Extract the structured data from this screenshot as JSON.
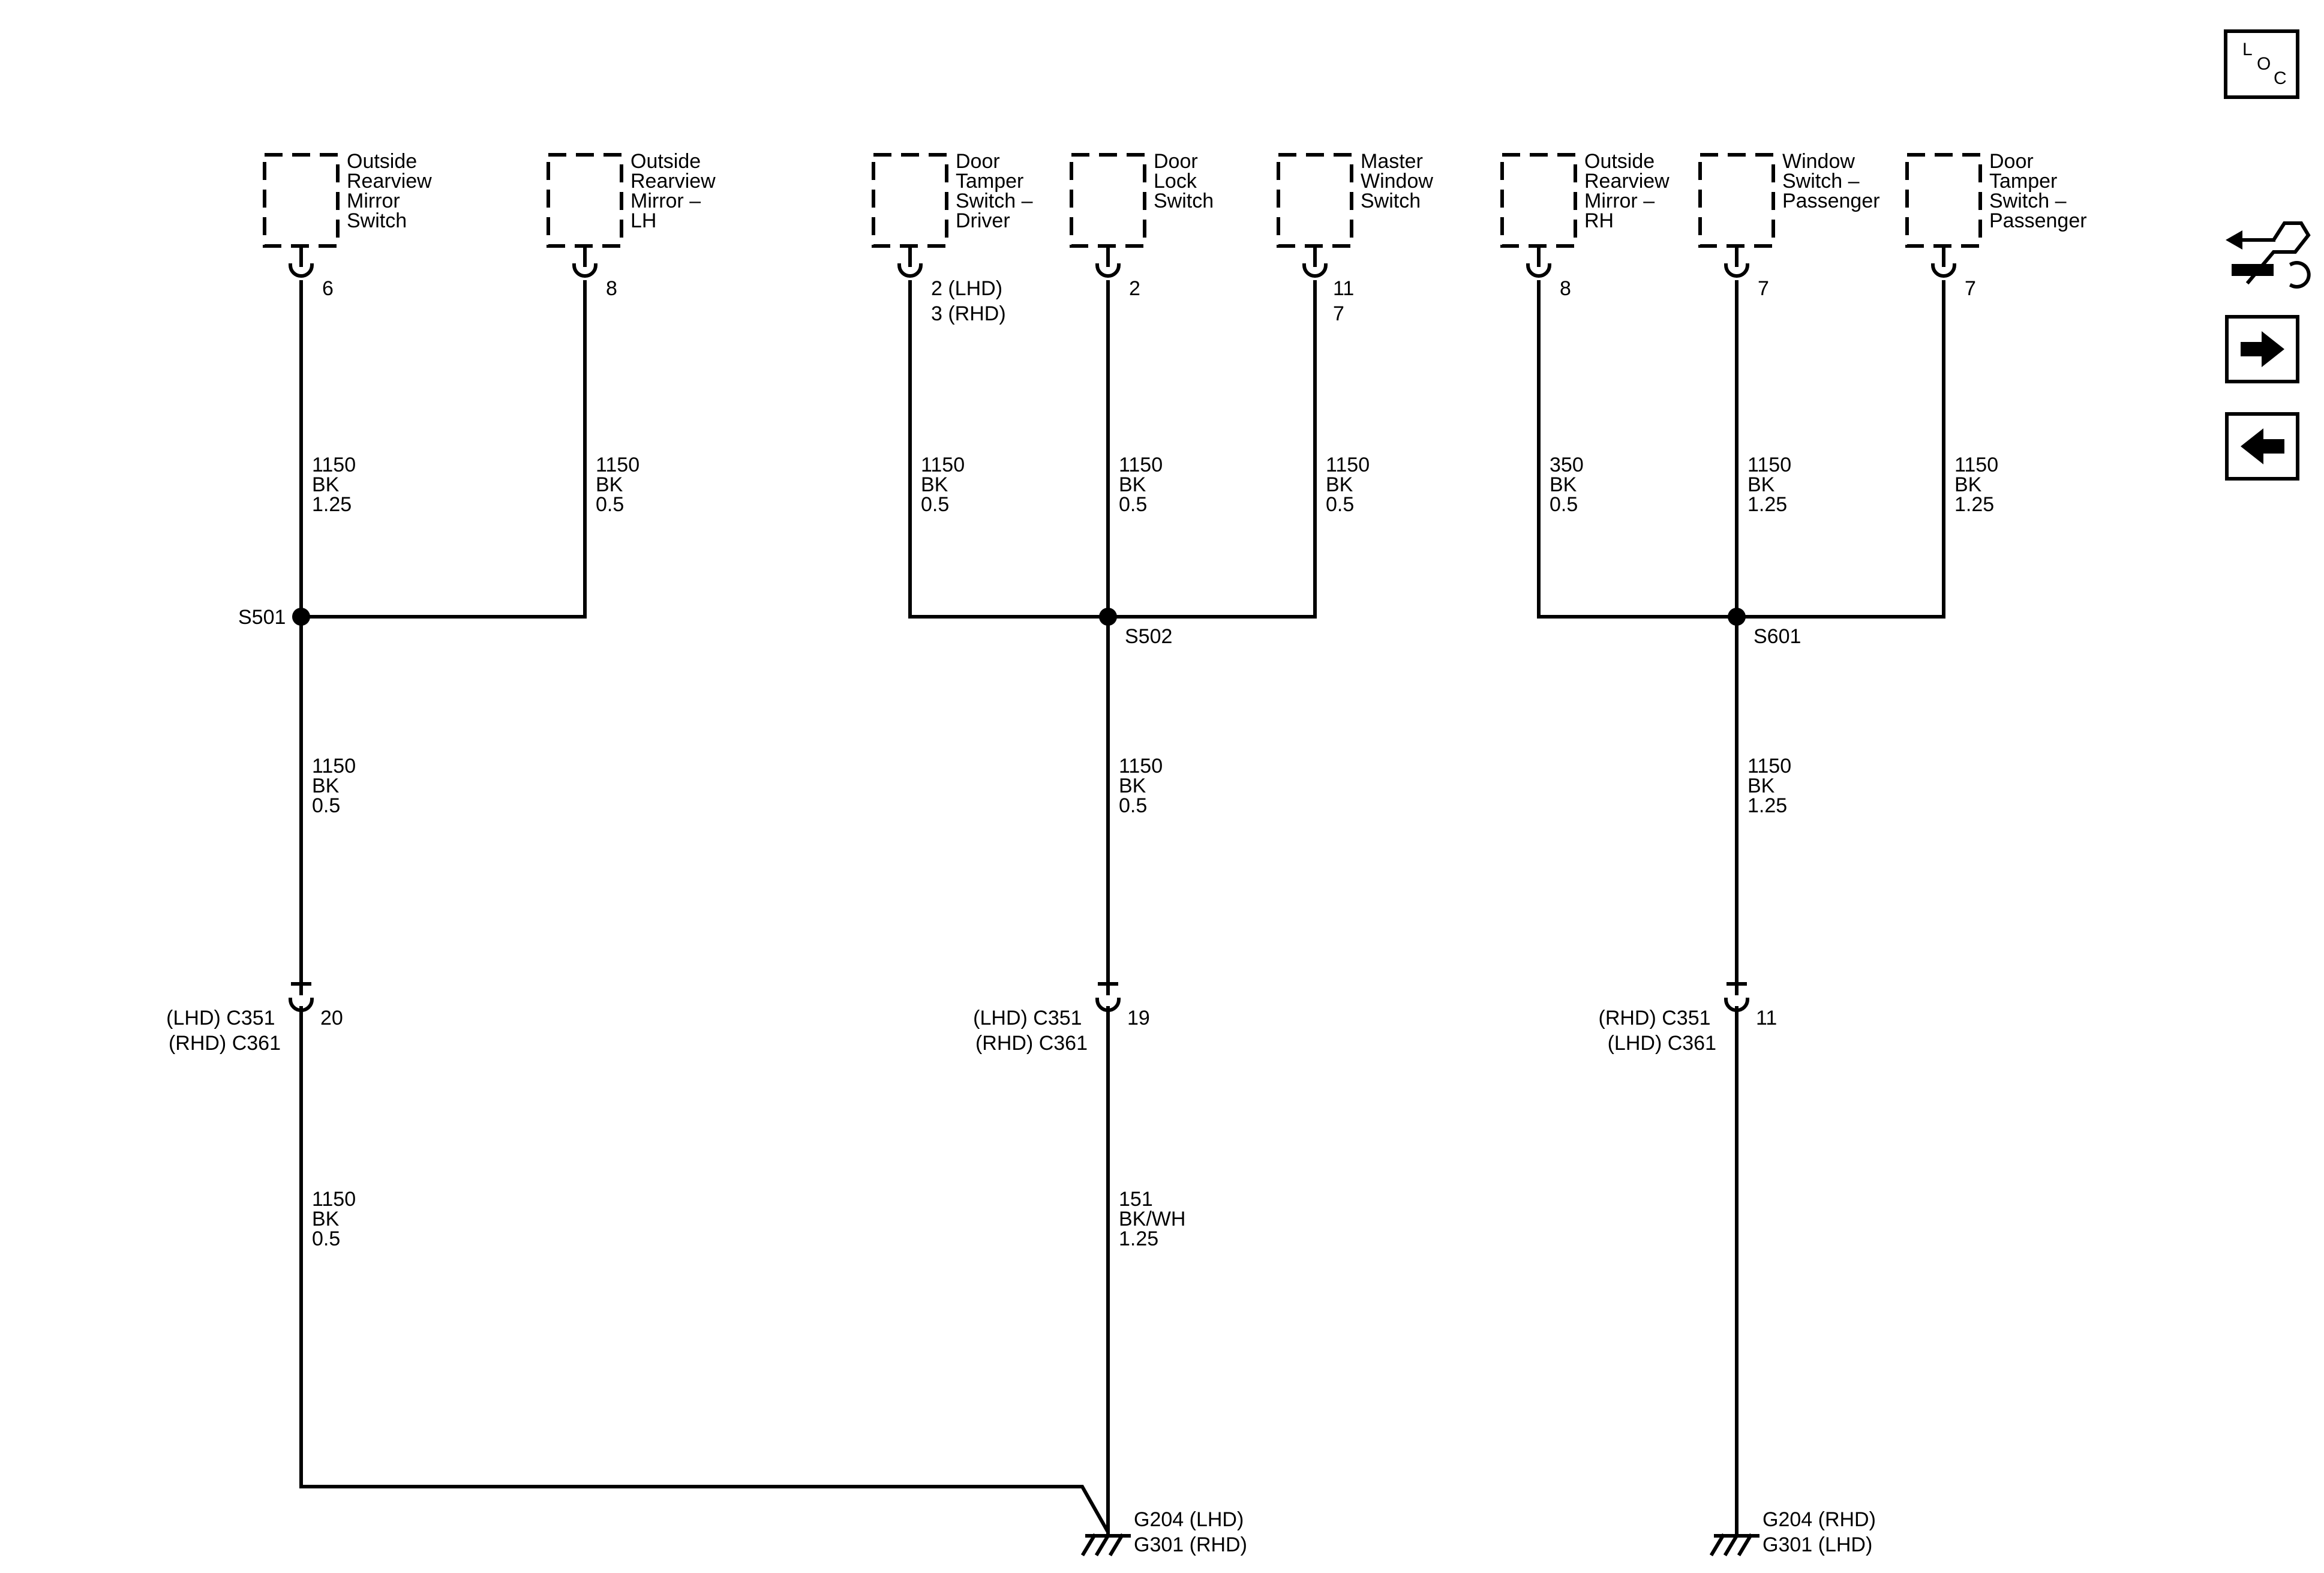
{
  "components": [
    {
      "lines": [
        "Outside",
        "Rearview",
        "Mirror",
        "Switch"
      ],
      "pin": [
        "6"
      ]
    },
    {
      "lines": [
        "Outside",
        "Rearview",
        "Mirror –",
        "LH"
      ],
      "pin": [
        "8"
      ]
    },
    {
      "lines": [
        "Door",
        "Tamper",
        "Switch –",
        "Driver"
      ],
      "pin": [
        "2 (LHD)",
        "3 (RHD)"
      ]
    },
    {
      "lines": [
        "Door",
        "Lock",
        "Switch"
      ],
      "pin": [
        "2"
      ]
    },
    {
      "lines": [
        "Master",
        "Window",
        "Switch"
      ],
      "pin": [
        "11",
        "7"
      ]
    },
    {
      "lines": [
        "Outside",
        "Rearview",
        "Mirror –",
        "RH"
      ],
      "pin": [
        "8"
      ]
    },
    {
      "lines": [
        "Window",
        "Switch –",
        "Passenger"
      ],
      "pin": [
        "7"
      ]
    },
    {
      "lines": [
        "Door",
        "Tamper",
        "Switch –",
        "Passenger"
      ],
      "pin": [
        "7"
      ]
    }
  ],
  "branch_wires": [
    [
      "1150",
      "BK",
      "1.25"
    ],
    [
      "1150",
      "BK",
      "0.5"
    ],
    [
      "1150",
      "BK",
      "0.5"
    ],
    [
      "1150",
      "BK",
      "0.5"
    ],
    [
      "1150",
      "BK",
      "0.5"
    ],
    [
      "350",
      "BK",
      "0.5"
    ],
    [
      "1150",
      "BK",
      "1.25"
    ],
    [
      "1150",
      "BK",
      "1.25"
    ]
  ],
  "splices": [
    "S501",
    "S502",
    "S601"
  ],
  "trunk_wires": [
    [
      "1150",
      "BK",
      "0.5"
    ],
    [
      "1150",
      "BK",
      "0.5"
    ],
    [
      "1150",
      "BK",
      "1.25"
    ]
  ],
  "inline_connectors": [
    {
      "lines": [
        "(LHD) C351",
        "(RHD) C361"
      ],
      "pin": "20"
    },
    {
      "lines": [
        "(LHD) C351",
        "(RHD) C361"
      ],
      "pin": "19"
    },
    {
      "lines": [
        "(RHD) C351",
        "(LHD) C361"
      ],
      "pin": "11"
    }
  ],
  "lower_wires": [
    [
      "1150",
      "BK",
      "0.5"
    ],
    [
      "151",
      "BK/WH",
      "1.25"
    ]
  ],
  "grounds": [
    [
      "G204 (LHD)",
      "G301 (RHD)"
    ],
    [
      "G204 (RHD)",
      "G301 (LHD)"
    ]
  ],
  "nav": {
    "loc_letters": [
      "L",
      "O",
      "C"
    ],
    "forward_icon": "arrow-right-icon",
    "back_icon": "arrow-left-icon",
    "component_icon": "component-locator-icon"
  }
}
